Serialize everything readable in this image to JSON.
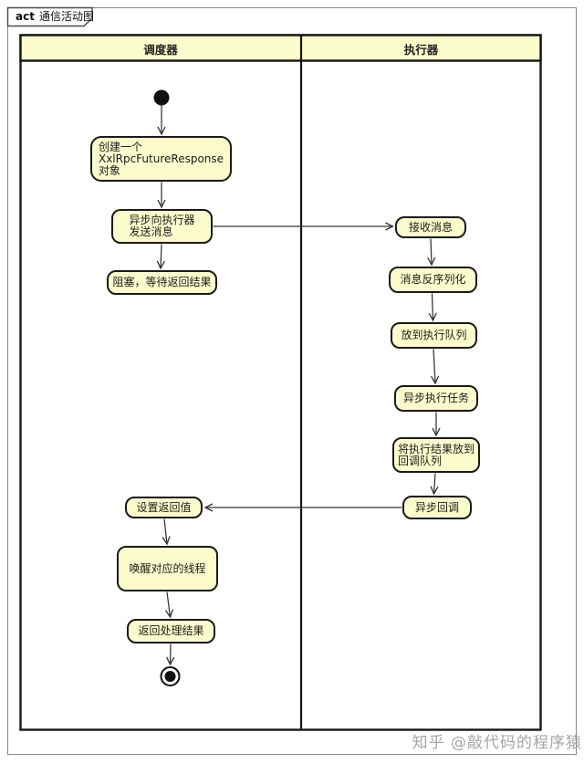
{
  "frame": {
    "keyword": "act",
    "title": "通信活动图"
  },
  "lanes": {
    "left": "调度器",
    "right": "执行器"
  },
  "nodes": {
    "create": "创建一个\nXxlRpcFutureResponse\n对象",
    "send": "异步向执行器\n发送消息",
    "block": "阻塞，等待返回结果",
    "receive": "接收消息",
    "deserialize": "消息反序列化",
    "queue": "放到执行队列",
    "execute": "异步执行任务",
    "callback_queue": "将执行结果放到\n回调队列",
    "async_callback": "异步回调",
    "set_return": "设置返回值",
    "wake": "唤醒对应的线程",
    "return_result": "返回处理结果"
  },
  "watermark": "知乎 @敲代码的程序猿",
  "colors": {
    "node_fill": "#fbfbcc",
    "node_border": "#1a1a1a",
    "lane_fill": "#fbfbcc",
    "arrow": "#333333"
  }
}
